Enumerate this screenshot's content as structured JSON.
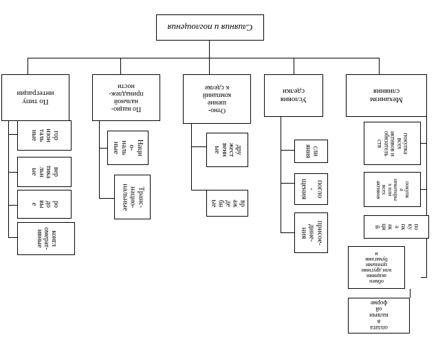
{
  "root": {
    "label": "Слияния и поглощения"
  },
  "categories": [
    {
      "id": "integration-type",
      "label": "По типу\nинтеграции"
    },
    {
      "id": "national-belonging",
      "label": "По нацио-\nнальной\nпринадлеж-\nности"
    },
    {
      "id": "attitude-to-deal",
      "label": "Отно-\nшение\nкомпаний\nк сделке"
    },
    {
      "id": "deal-conditions",
      "label": "Условия\nсделки"
    },
    {
      "id": "merger-mechanism",
      "label": "Механизм\nслияния"
    }
  ],
  "subitems": {
    "integration_type": [
      {
        "label": "гор\nизон\nталь\nные"
      },
      {
        "label": "вер\nтика\nльн\nые"
      },
      {
        "label": "ро\nдо\nвы\nе"
      },
      {
        "label": "конгл\nомерат-\nивные"
      }
    ],
    "national_belonging": [
      {
        "label": "Наци\nо-\nналь\nные"
      },
      {
        "label": "Транс-\nнацио-\nнальные"
      }
    ],
    "attitude_to_deal": [
      {
        "label": "дру\nжест\nвенн\nые"
      },
      {
        "label": "вр\nаж\nде\nбн\nые"
      }
    ],
    "deal_conditions": [
      {
        "label": "сли\nяния"
      },
      {
        "label": "погло\n-\nщения"
      },
      {
        "label": "присое-\nдине-\nния"
      }
    ],
    "merger_mechanism": [
      {
        "label": "покупка\nвсех\nактивов и\nобязатель\nств"
      },
      {
        "label": "покупк\nа\nнекоторы\nх или\nвсех\nактивов"
      },
      {
        "label": "по\nку\nпк\nа\nак\nци\nй"
      },
      {
        "label": "обмен\nакциями\nили другими\nценными\nбумагами\nи"
      },
      {
        "label": "оплата\nв\nналичн\nой\nформе"
      }
    ]
  }
}
